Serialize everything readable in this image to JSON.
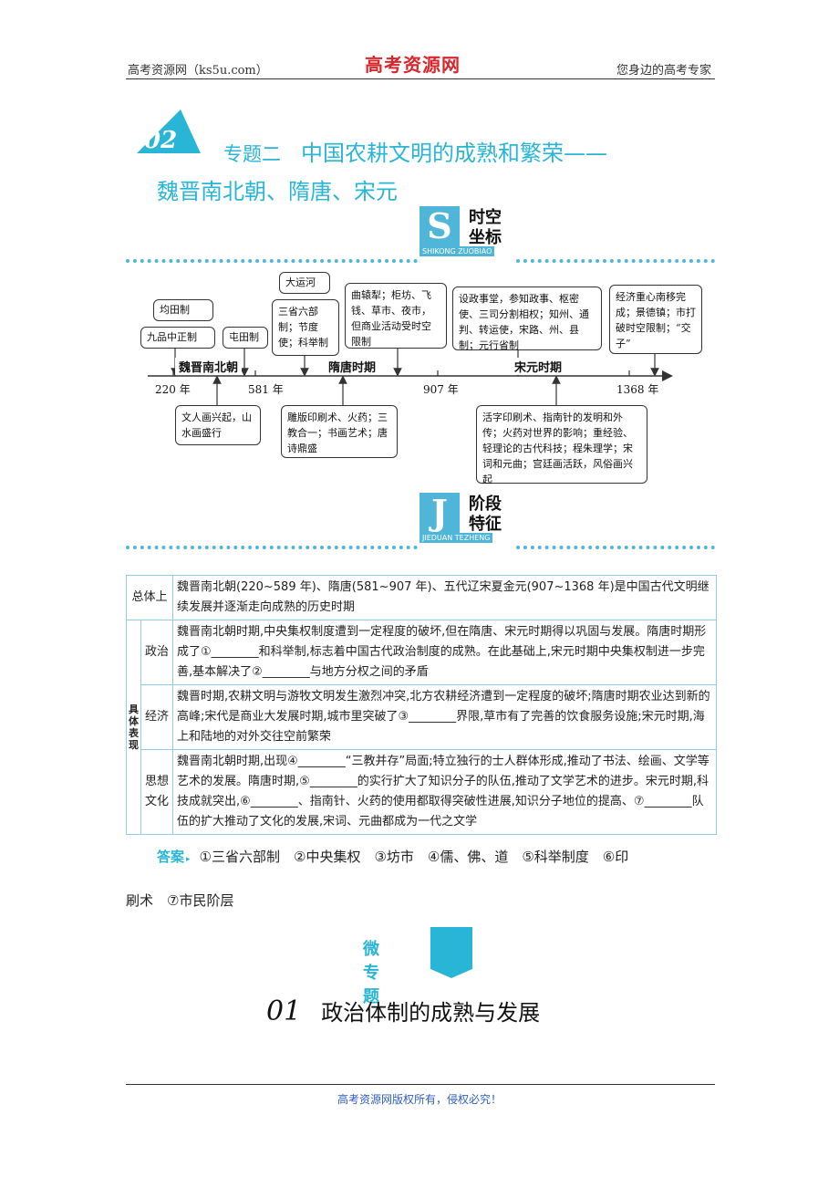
{
  "header": {
    "left": "高考资源网（ks5u.com）",
    "center": "高考资源网",
    "right": "您身边的高考专家"
  },
  "chapter": {
    "badge": "02",
    "tag": "专题二",
    "title_line1": "中国农耕文明的成熟和繁荣——",
    "title_line2": "魏晋南北朝、隋唐、宋元"
  },
  "section_s": {
    "letter": "S",
    "title_1": "时空",
    "title_2": "坐标",
    "subtitle": "SHIKONG ZUOBIAO"
  },
  "timeline": {
    "years": [
      "220 年",
      "581 年",
      "907 年",
      "1368 年"
    ],
    "eras": [
      "魏晋南北朝",
      "隋唐时期",
      "宋元时期"
    ],
    "above_boxes": [
      "均田制",
      "九品中正制",
      "屯田制",
      "大运河",
      "三省六部制；节度使；科举制",
      "曲辕犁；柜坊、飞钱、草市、夜市，但商业活动受时空限制",
      "设政事堂，参知政事、枢密使、三司分割相权；知州、通判、转运使，宋路、州、县制；元行省制",
      "经济重心南移完成；景德镇；市打破时空限制；“交子”"
    ],
    "below_boxes": [
      "文人画兴起，山水画盛行",
      "雕版印刷术、火药；三教合一；书画艺术；唐诗鼎盛",
      "活字印刷术、指南针的发明和外传；火药对世界的影响；重经验、轻理论的古代科技；程朱理学；宋词和元曲；宫廷画活跃，风俗画兴起"
    ]
  },
  "section_j": {
    "letter": "J",
    "title_1": "阶段",
    "title_2": "特征",
    "subtitle": "JIEDUAN TEZHENG"
  },
  "features": {
    "overall_label": "总体上",
    "overall_text": "魏晋南北朝(220~589 年)、隋唐(581~907 年)、五代辽宋夏金元(907~1368 年)是中国古代文明继续发展并逐渐走向成熟的历史时期",
    "specific_label": "具体表现",
    "rows": [
      {
        "label": "政治",
        "text": "魏晋南北朝时期,中央集权制度遭到一定程度的破坏,但在隋唐、宋元时期得以巩固与发展。隋唐时期形成了①________和科举制,标志着中国古代政治制度的成熟。在此基础上,宋元时期中央集权制进一步完善,基本解决了②________与地方分权之间的矛盾"
      },
      {
        "label": "经济",
        "text": "魏晋时期,农耕文明与游牧文明发生激烈冲突,北方农耕经济遭到一定程度的破坏;隋唐时期农业达到新的高峰;宋代是商业大发展时期,城市里突破了③________界限,草市有了完善的饮食服务设施;宋元时期,海上和陆地的对外交往空前繁荣"
      },
      {
        "label": "思想文化",
        "text": "魏晋南北朝时期,出现④________“三教并存”局面;特立独行的士人群体形成,推动了书法、绘画、文学等艺术的发展。隋唐时期,⑤________的实行扩大了知识分子的队伍,推动了文学艺术的进步。宋元时期,科技成就突出,⑥________、指南针、火药的使用都取得突破性进展,知识分子地位的提高、⑦________队伍的扩大推动了文化的发展,宋词、元曲都成为一代之文学"
      }
    ]
  },
  "answers": {
    "tag": "答案",
    "line1": "①三省六部制　②中央集权　③坊市　④儒、佛、道　⑤科举制度　⑥印",
    "line2": "刷术　⑦市民阶层"
  },
  "micro": {
    "label": "微专题"
  },
  "subsection": {
    "number": "01",
    "title": "政治体制的成熟与发展"
  },
  "footer": {
    "text": "高考资源网版权所有，侵权必究！"
  },
  "colors": {
    "accent": "#29b5d6",
    "header_red": "#d9262b",
    "footer_blue": "#2f5fbf"
  }
}
